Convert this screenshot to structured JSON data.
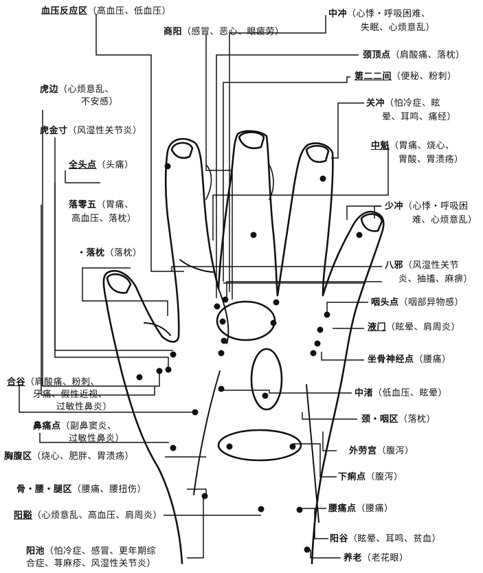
{
  "labels": {
    "xueyafanying": {
      "name": "血压反应区",
      "note": "（高血压、低血压）"
    },
    "shangyang": {
      "name": "商阳",
      "note": "（感冒、恶心、眼疲劳）"
    },
    "zhongchong": {
      "name": "中冲",
      "note": "（心悸・呼吸困难、",
      "note2": "失眠、心烦意乱）"
    },
    "jingding": {
      "name": "颈顶点",
      "note": "（肩酸痛、落枕）"
    },
    "dierjian": {
      "name": "第二二间",
      "note": "（便秘、粉刺）"
    },
    "hubian": {
      "name": "虎边",
      "note": "（心烦意乱、",
      "note2": "不安感）"
    },
    "guanchong": {
      "name": "关冲",
      "note": "（怕冷症、眩",
      "note2": "晕、耳鸣、痛经）"
    },
    "hujincun": {
      "name": "虎金寸",
      "note": "（风湿性关节炎）"
    },
    "zhongkui": {
      "name": "中魁",
      "note": "（胃痛、烧心、",
      "note2": "胃酸、胃溃疡）"
    },
    "quantou": {
      "name": "全头点",
      "note": "（头痛）"
    },
    "shaochong": {
      "name": "少冲",
      "note": "（心悸・呼吸困",
      "note2": "难、心烦意乱）"
    },
    "luolingwu": {
      "name": "落零五",
      "note": "（胃痛、",
      "note2": "高血压、落枕）"
    },
    "luozhen": {
      "name": "・落枕",
      "note": "（落枕）"
    },
    "baxie": {
      "name": "八邪",
      "note": "（风湿性关节",
      "note2": "炎、抽搐、麻痹）"
    },
    "yantou": {
      "name": "咽头点",
      "note": "（咽部异物感）"
    },
    "yemen": {
      "name": "液门",
      "note": "（眩晕、肩周炎）"
    },
    "zuogushenjing": {
      "name": "坐骨神经点",
      "note": "（腰痛）"
    },
    "hegu": {
      "name": "合谷",
      "note": "（肩酸痛、粉刺、",
      "note2": "牙痛、假性近视、",
      "note3": "过敏性鼻炎）"
    },
    "zhongzhu": {
      "name": "中渚",
      "note": "（低血压、眩晕）"
    },
    "bitong": {
      "name": "鼻痛点",
      "note": "（副鼻窦炎、",
      "note2": "过敏性鼻炎）"
    },
    "jingyan": {
      "name": "颈・咽区",
      "note": "（落枕）"
    },
    "waiwaogong": {
      "name": "外劳宫",
      "note": "（腹泻）"
    },
    "xiongfu": {
      "name": "胸腹区",
      "note": "（烧心、肥胖、胃溃疡）"
    },
    "xialidian": {
      "name": "下痢点",
      "note": "（腹泻）"
    },
    "guyaotui": {
      "name": "骨・腰・腿区",
      "note": "（腰痛、腰扭伤）"
    },
    "yaotong": {
      "name": "腰痛点",
      "note": "（腰痛）"
    },
    "yangxi": {
      "name": "阳谿",
      "note": "（心烦意乱、高血压、肩周炎）"
    },
    "yanggu": {
      "name": "阳谷",
      "note": "（眩晕、耳鸣、贫血）"
    },
    "yangchi": {
      "name": "阳池",
      "note": "（怕冷症、感冒、更年期综",
      "note2": "合症、荨麻疹、风湿性关节炎）"
    },
    "yanglao": {
      "name": "养老",
      "note": "（老花眼）"
    }
  }
}
